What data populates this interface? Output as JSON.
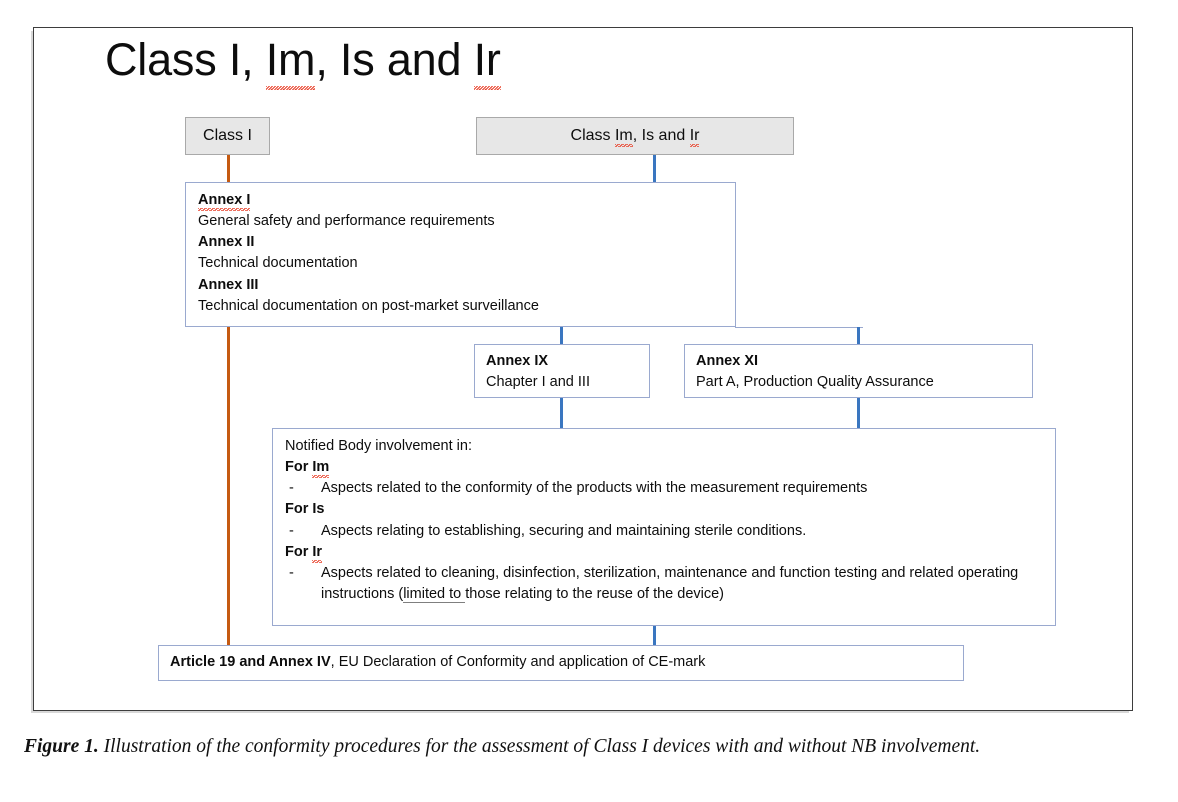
{
  "figure": {
    "title": "Class I, Im, Is and Ir",
    "title_parts": [
      {
        "text": "Class I, ",
        "spellcheck": false
      },
      {
        "text": "Im",
        "spellcheck": true
      },
      {
        "text": ", Is and ",
        "spellcheck": false
      },
      {
        "text": "Ir",
        "spellcheck": true
      }
    ],
    "caption_label": "Figure 1.",
    "caption_text": " Illustration of the conformity procedures for the assessment of Class I devices with and without NB involvement."
  },
  "nodes": {
    "class_i": {
      "label": "Class I",
      "fill": "#e7e7e7",
      "border": "#a9a9a9"
    },
    "class_im_is_ir": {
      "label_prefix": "Class ",
      "label_im": "Im",
      "label_mid": ", Is and ",
      "label_ir": "Ir",
      "fill": "#e7e7e7",
      "border": "#a9a9a9"
    },
    "annexes": {
      "rows": [
        {
          "heading": "Annex I",
          "heading_spellcheck": true,
          "body": "General safety and performance requirements"
        },
        {
          "heading": "Annex II",
          "heading_spellcheck": false,
          "body": "Technical documentation"
        },
        {
          "heading": "Annex III",
          "heading_spellcheck": false,
          "body": "Technical documentation on post-market surveillance"
        }
      ]
    },
    "annex_ix": {
      "heading": "Annex IX",
      "body": "Chapter I and III"
    },
    "annex_xi": {
      "heading": "Annex XI",
      "body": "Part A, Production Quality Assurance"
    },
    "notified_body": {
      "intro": "Notified Body involvement in:",
      "dash": "-",
      "groups": [
        {
          "heading_prefix": "For ",
          "heading_code": "Im",
          "heading_spellcheck": true,
          "bullets": [
            {
              "text": "Aspects related to the conformity of the products with the measurement requirements"
            }
          ]
        },
        {
          "heading_prefix": "For ",
          "heading_code": "Is",
          "heading_spellcheck": false,
          "bullets": [
            {
              "text": "Aspects relating to establishing, securing and maintaining sterile conditions."
            }
          ]
        },
        {
          "heading_prefix": "For ",
          "heading_code": "Ir",
          "heading_spellcheck": true,
          "bullets": [
            {
              "text_before": "Aspects related to cleaning, disinfection, sterilization, maintenance and function testing and related operating instructions (",
              "text_underlined": "limited to ",
              "text_after": "those relating to the reuse of the device)"
            }
          ]
        }
      ]
    },
    "article_19": {
      "bold": "Article 19 and Annex IV",
      "rest": ", EU Declaration of Conformity and application of CE-mark"
    }
  },
  "connectors": {
    "class_i_color": "#c55a11",
    "notified_body_color": "#3a76c0",
    "rule_color": "#9aa9cf"
  }
}
